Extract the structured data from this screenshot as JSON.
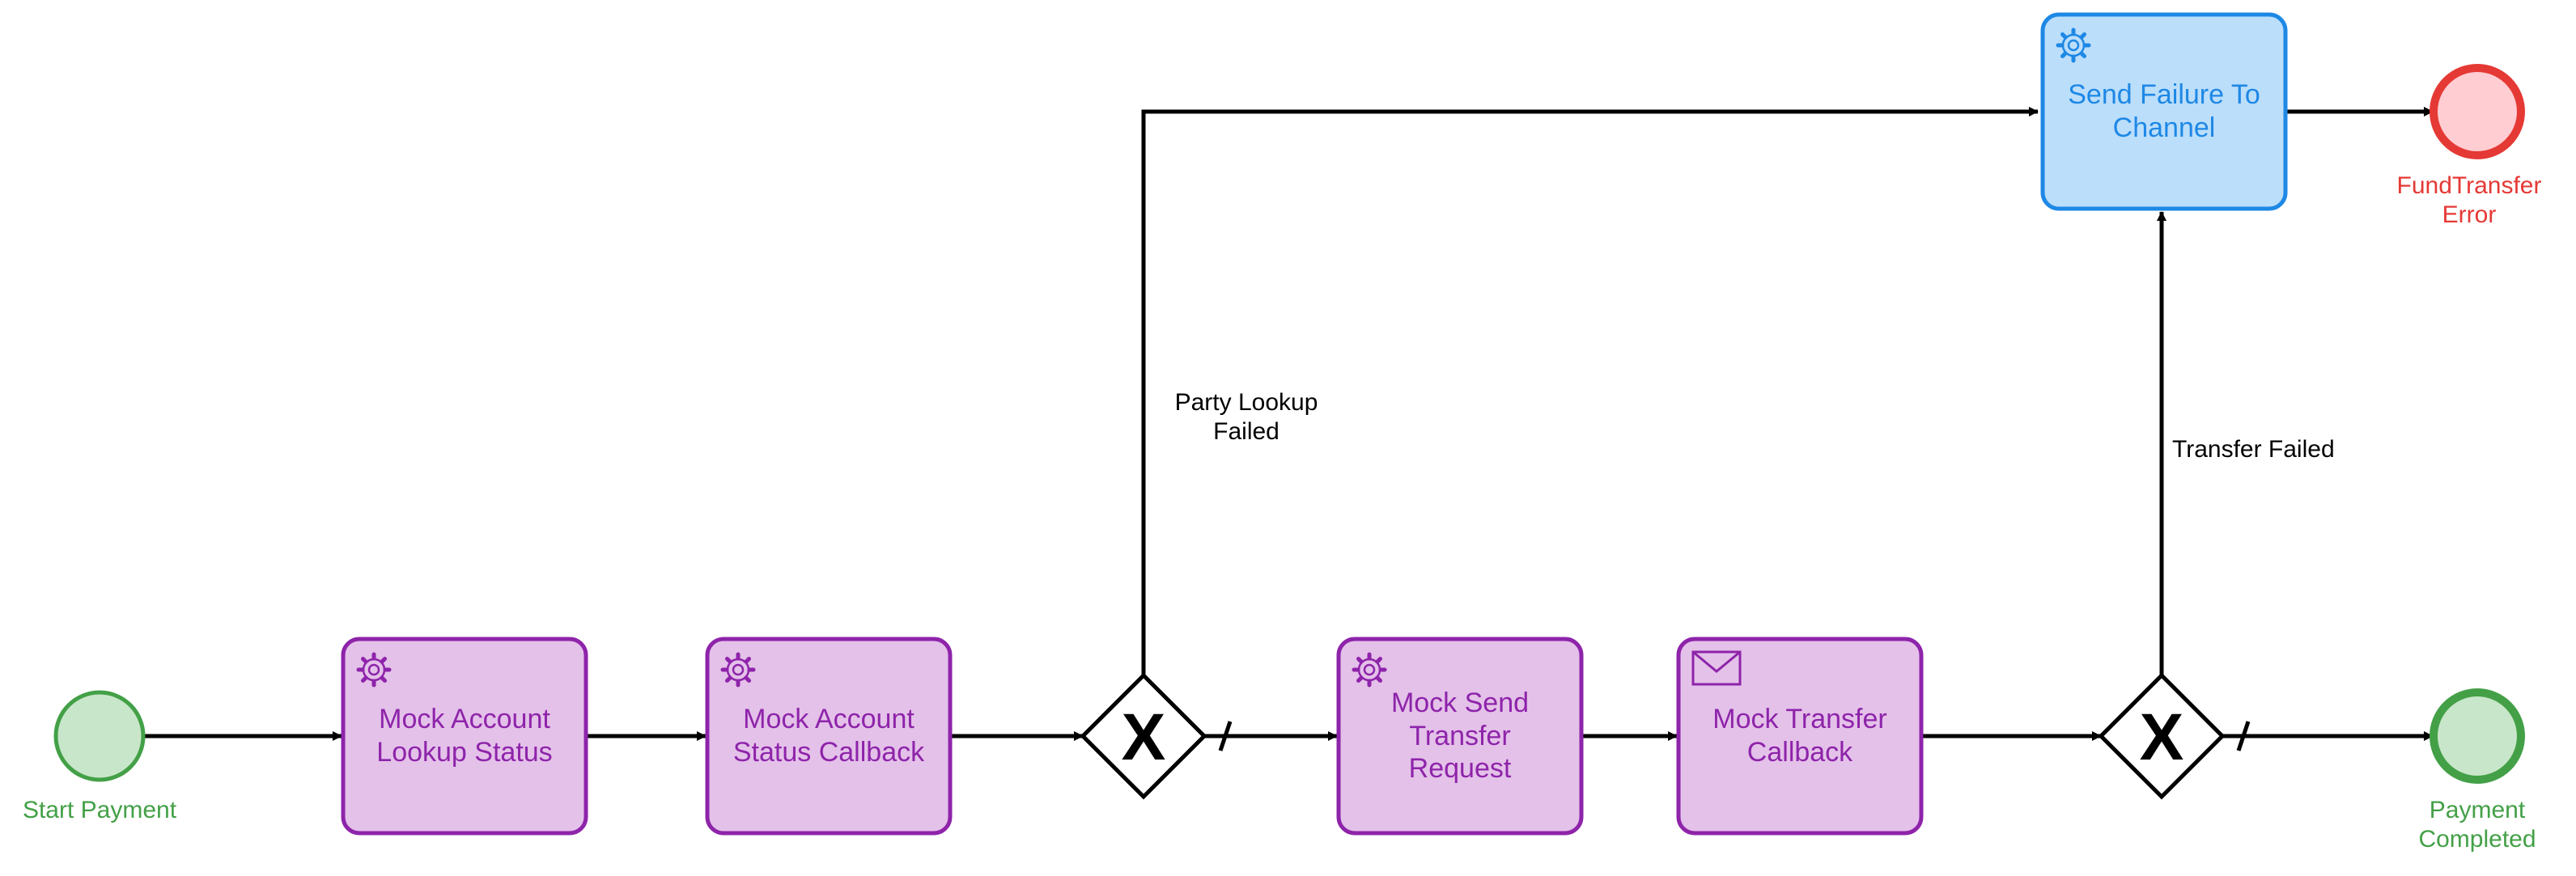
{
  "colors": {
    "task_fill": "#e4c1e9",
    "task_stroke": "#8e24aa",
    "task_text": "#8e24aa",
    "failure_fill": "#bbdefb",
    "failure_stroke": "#1e88e5",
    "failure_text": "#1e88e5",
    "start_fill": "#c8e6c9",
    "start_stroke": "#43a047",
    "end_ok_fill": "#c8e6c9",
    "end_ok_stroke": "#43a047",
    "end_err_fill": "#ffcdd2",
    "end_err_stroke": "#e53935",
    "flow": "#000000"
  },
  "events": {
    "start": {
      "label": "Start Payment"
    },
    "end_completed": {
      "line1": "Payment",
      "line2": "Completed"
    },
    "end_error": {
      "line1": "FundTransfer",
      "line2": "Error"
    }
  },
  "tasks": {
    "lookup_status": {
      "line1": "Mock Account",
      "line2": "Lookup Status",
      "icon": "gear-icon"
    },
    "status_callback": {
      "line1": "Mock Account",
      "line2": "Status Callback",
      "icon": "gear-icon"
    },
    "send_transfer": {
      "line1": "Mock Send",
      "line2": "Transfer",
      "line3": "Request",
      "icon": "gear-icon"
    },
    "transfer_callback": {
      "line1": "Mock Transfer",
      "line2": "Callback",
      "icon": "envelope-icon"
    },
    "send_failure": {
      "line1": "Send Failure To",
      "line2": "Channel",
      "icon": "gear-icon"
    }
  },
  "gateways": {
    "party_lookup": {
      "marker": "X"
    },
    "transfer": {
      "marker": "X"
    }
  },
  "flows": {
    "party_lookup_failed": {
      "line1": "Party Lookup",
      "line2": "Failed"
    },
    "transfer_failed": {
      "label": "Transfer Failed"
    }
  }
}
